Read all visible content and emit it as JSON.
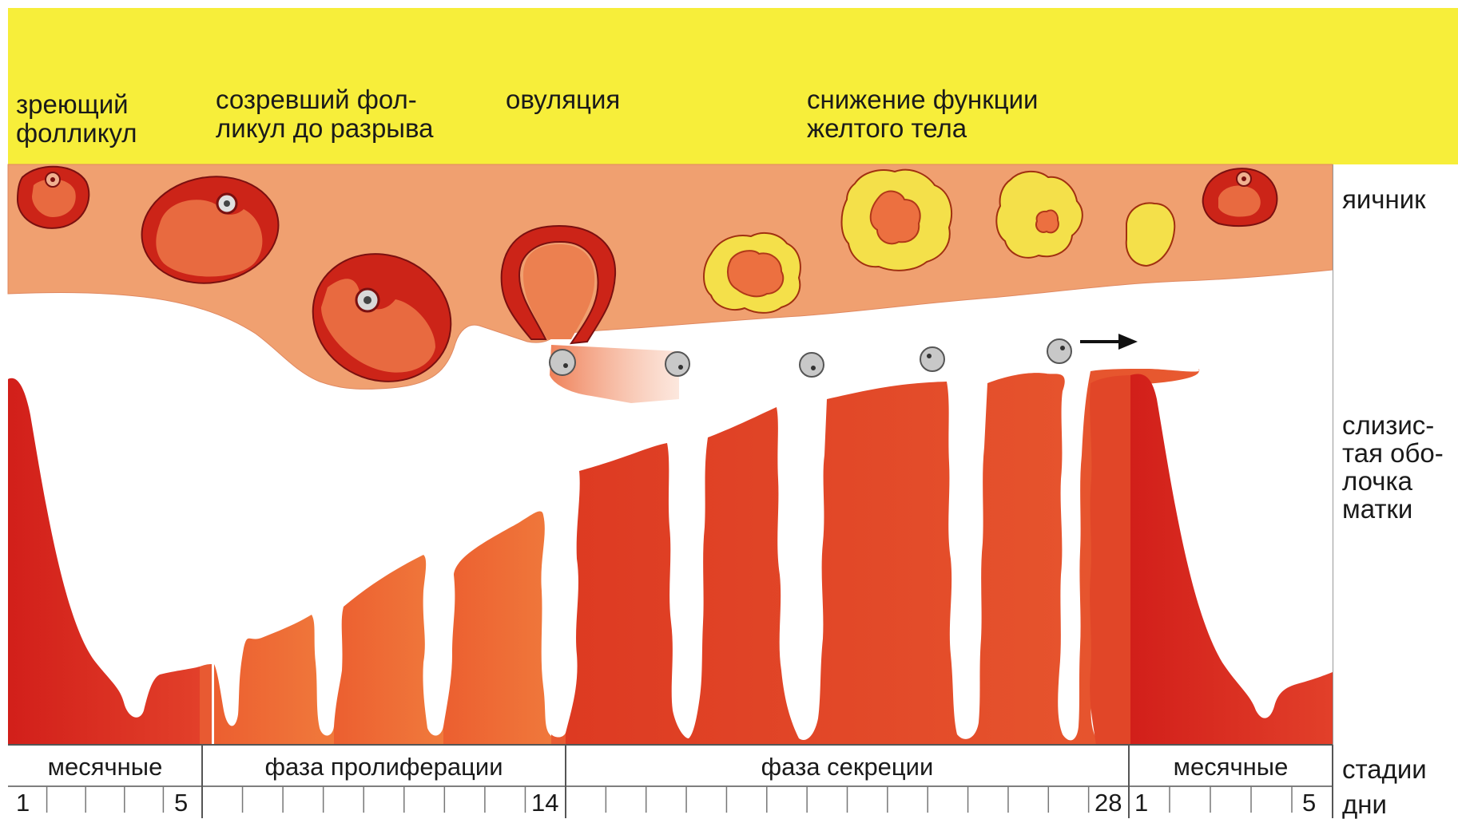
{
  "top_labels": {
    "maturing": "зреющий\nфолликул",
    "mature": "созревший фол-\nликул до разрыва",
    "ovulation": "овуляция",
    "decline": "снижение функции\nжелтого тела"
  },
  "side_labels": {
    "ovary": "яичник",
    "endometrium": "слизис-\nтая обо-\nлочка\nматки",
    "stages": "стадии",
    "days": "дни"
  },
  "stages": {
    "menses_1": "месячные",
    "proliferation": "фаза пролиферации",
    "secretion": "фаза секреции",
    "menses_2": "месячные"
  },
  "day_marks": {
    "d1": "1",
    "d5": "5",
    "d14": "14",
    "d28": "28",
    "d1b": "1",
    "d5b": "5"
  },
  "colors": {
    "header_yellow": "#f7ee3a",
    "ovary_orange": "#f0a070",
    "tissue_red": "#d8281c",
    "tissue_orange": "#ee6a34",
    "corpus_yellow": "#f4e04a"
  }
}
